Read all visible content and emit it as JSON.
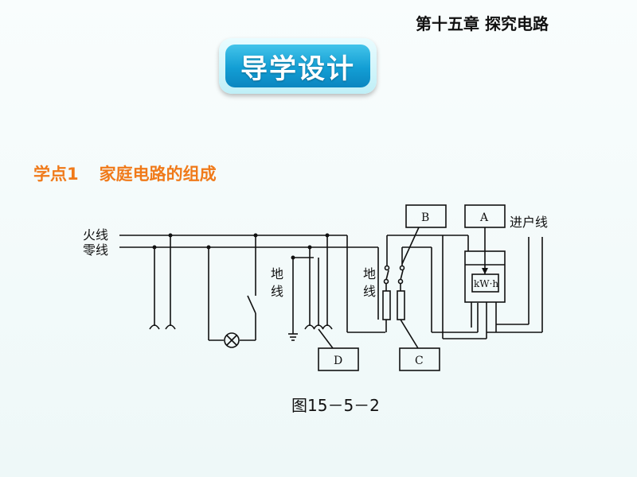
{
  "header": {
    "chapter": "第十五章  探究电路"
  },
  "banner": {
    "label": "导学设计"
  },
  "section": {
    "number": "学点1",
    "title": "家庭电路的组成"
  },
  "figure": {
    "caption": "图15－5－2",
    "labels": {
      "live_wire": "火线",
      "neutral_wire": "零线",
      "ground_left": [
        "地",
        "线"
      ],
      "ground_right": [
        "地",
        "线"
      ],
      "incoming": "进户线",
      "box_a": "A",
      "box_b": "B",
      "box_c": "C",
      "box_d": "D",
      "meter_unit": "kW·h"
    }
  }
}
